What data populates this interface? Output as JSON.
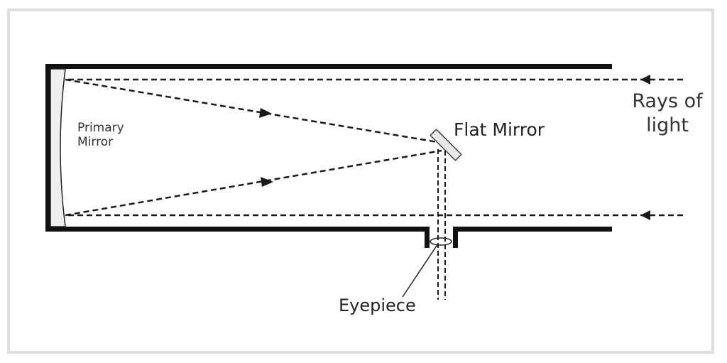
{
  "diagram": {
    "labels": {
      "primary_mirror": "Primary\nMirror",
      "flat_mirror": "Flat Mirror",
      "rays_of_light": "Rays of\nlight",
      "eyepiece": "Eyepiece"
    },
    "colors": {
      "tube": "#111111",
      "rays": "#1a1a1a",
      "mirror_fill": "#eeeeee",
      "frame": "#dedede"
    }
  }
}
